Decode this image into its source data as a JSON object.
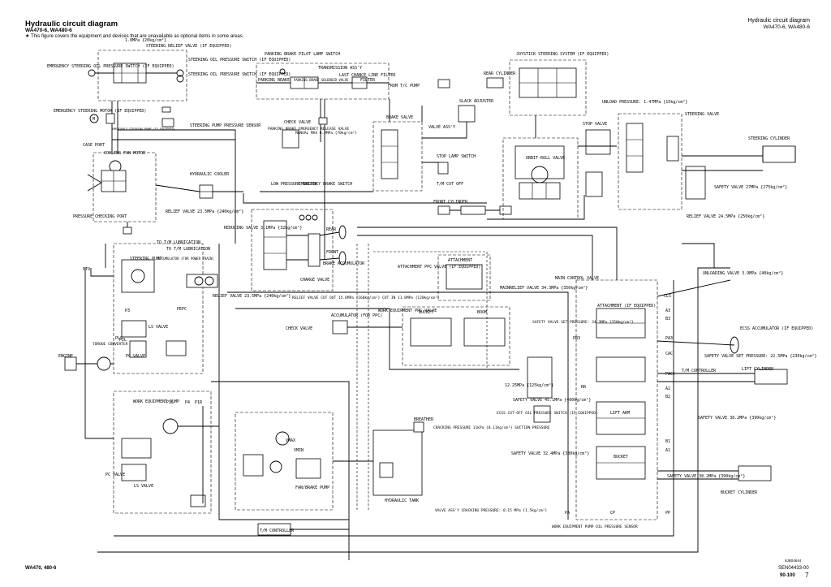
{
  "header": {
    "title": "Hydraulic circuit diagram",
    "models": "WA470-6, WA480-6",
    "note": "★  This figure covers the equipment and devices that are unavailable as optional items in some areas."
  },
  "header_right": {
    "title": "Hydraulic circuit diagram",
    "models": "WA470-6, WA480-6"
  },
  "footer": {
    "left": "WA470, 480-6",
    "code": "9JB04844",
    "doc": "SEN04433-00",
    "page": "90-100",
    "page_num": "7"
  },
  "labels": {
    "steering_relief_valve": "STEERING RELIEF VALVE (IF EQUIPPED)",
    "relief_pressure": "1.8MPa {20kg/cm²}",
    "emergency_steering_oil_pressure_switch": "EMERGENCY STEERING OIL PRESSURE SWITCH (IF EQUIPPED)",
    "steering_oil_pressure_switch_1": "STEERING OIL PRESSURE SWITCH (IF EQUIPPED)",
    "steering_oil_pressure_switch_2": "STEERING OIL PRESSURE SWITCH (IF EQUIPPED)",
    "emergency_steering_motor": "EMERGENCY STEERING MOTOR (IF EQUIPPED)",
    "emergency_steering_pump": "EMERGENCY STEERING PUMP (IF EQUIPPED)",
    "steering_pump_pressure_sensor": "STEERING PUMP PRESSURE SENSOR",
    "case_port": "CASE PORT",
    "cooling_fan_motor": "COOLING FAN MOTOR",
    "hydraulic_cooler": "HYDRAULIC COOLER",
    "relief_valve_23": "RELIEF VALVE 23.5MPa {240kg/cm²}",
    "pressure_checking_port": "PRESSURE CHECKING PORT",
    "parking_brake_pilot_lamp_switch": "PARKING BRAKE PILOT LAMP SWITCH",
    "parking_brake": "PARKING BRAKE",
    "parking_brake_solenoid_valve": "PARKING BRAKE SOLENOID VALVE",
    "transmission_assy": "TRANSMISSION ASS'Y",
    "last_chance_line_filter": "LAST CHANCE LINE FILTER",
    "filter": "FILTER",
    "from_tc_pump": "FROM T/C PUMP",
    "check_valve": "CHECK VALVE",
    "parking_brake_emergency_release_valve": "PARKING BRAKE EMERGENCY RELEASE VALVE",
    "manual_max": "MANUAL MAX 6.9MPa {70kg/cm²}",
    "low_pressure_switch": "LOW PRESSURE SWITCH",
    "emergency_brake_switch": "EMERGENCY BRAKE SWITCH",
    "reducing_valve": "REDUCING VALVE 3.1MPa {32kg/cm²}",
    "brake_accumulator": "BRAKE ACCUMULATOR",
    "charge_valve": "CHARGE VALVE",
    "relief_valve_r": "RELIEF VALVE 23.5MPa {240kg/cm²}",
    "relief_valve_cut": "RELIEF VALVE CUT OUT 15.6MPa {160kg/cm²} CUT IN 11.8MPa {120kg/cm²}",
    "rear": "REAR",
    "front": "FRONT",
    "brake_valve": "BRAKE VALVE",
    "valve_assy": "VALVE ASS'Y",
    "stop_lamp_switch": "STOP LAMP SWITCH",
    "tm_cut_off": "T/M CUT OFF",
    "front_cylinder": "FRONT CYLINDER",
    "slack_adjuster": "SLACK ADJUSTER",
    "rear_cylinder": "REAR CYLINDER",
    "joystick_steering_system": "JOYSTICK STEERING SYSTEM (IF EQUIPPED)",
    "orbit_roll_valve": "ORBIT-ROLL VALVE",
    "stop_valve": "STOP VALVE",
    "unload_pressure": "UNLOAD PRESSURE: 1.47MPa {15kg/cm²}",
    "steering_valve": "STEERING VALVE",
    "steering_cylinder": "STEERING CYLINDER",
    "safety_valve_27": "SAFETY VALVE 27MPa {275kg/cm²}",
    "relief_valve_24": "RELIEF VALVE 24.5MPa {250kg/cm²}",
    "to_tm_lubrication_1": "TO T/M LUBRICATION",
    "to_tm_lubrication_2": "TO T/M LUBRICATION",
    "accumulator_power_train": "ACCUMULATOR (FOR POWER TRAIN)",
    "steering_pump": "STEERING PUMP",
    "pto": "PTO",
    "ls_valve": "LS VALVE",
    "pc_valve": "PC VALVE",
    "engine": "ENGINE",
    "torque_converter": "TORQUE CONVERTER",
    "attachment_ppc_valve": "ATTACHMENT PPC VALVE (IF EQUIPPED)",
    "attachment": "ATTACHMENT",
    "work_equipment_ppc_valve": "WORK EQUIPMENT PPC VALVE",
    "bucket": "BUCKET",
    "boom": "BOOM",
    "accumulator_ppc": "ACCUMULATOR (FOR PPC)",
    "check_valve_ppc": "CHECK VALVE",
    "main_relief_valve": "MAINRELIEF VALVE 34.3MPa {350kg/cm²}",
    "main_control_valve": "MAIN CONTROL VALVE",
    "attachment_if_equipped": "ATTACHMENT (IF EQUIPPED)",
    "safety_valve_set_pressure_1": "SAFETY VALVE SET PRESSURE: 34.3MPa {350kg/cm²}",
    "unloading_valve": "UNLOADING VALVE 3.9MPa {40kg/cm²}",
    "ecss_accumulator": "ECSS ACCUMULATOR (IF EQUIPPED)",
    "safety_valve_set_pressure_2": "SAFETY VALVE SET PRESSURE: 22.5MPa {230kg/cm²}",
    "tm_controller_1": "T/M CONTROLLER",
    "lift_cylinder": "LIFT CYLINDER",
    "ecss_pressure": "12.25MPa {125kg/cm²}",
    "safety_valve_45": "SAFETY VALVE 45.1MPa {460kg/cm²}",
    "ecss_cut_off_oil_pressure_switch": "ECSS CUT-OFF OIL PRESSURE SWITCH (IF EQUIPPED)",
    "lift_arm": "LIFT ARM",
    "safety_valve_38_a": "SAFETY VALVE 38.2MPa {390kg/cm²}",
    "safety_valve_32": "SAFETY VALVE 32.4MPa {330kg/cm²}",
    "bucket_mcv": "BUCKET",
    "safety_valve_38_b": "SAFETY VALVE 38.2MPa {390kg/cm²}",
    "bucket_cylinder": "BUCKET CYLINDER",
    "work_equipment_pump": "WORK EQUIPMENT PUMP",
    "pc_valve_2": "PC VALVE",
    "ls_valve_2": "LS VALVE",
    "breather": "BREATHER",
    "cracking_pressure": "CRACKING PRESSURE 11kPa {0.11kg/cm²} SUCTION PRESSURE",
    "fan_brake_pump": "FAN/BRAKE PUMP",
    "hydraulic_tank": "HYDRAULIC TANK",
    "valve_assy_tank": "VALVE ASS'Y CRACKING PRESSURE: 0.15 MPa {1.5kg/cm²}",
    "tm_controller_2": "T/M CONTROLLER",
    "we_pump_oil_pressure_sensor": "WORK EQUIPMENT PUMP OIL PRESSURE SENSOR",
    "vmax": "VMAX",
    "vmin": "VMIN"
  },
  "ports": {
    "p1l": "P1L",
    "p1r": "P1R",
    "p2l": "P2L",
    "p3": "P3",
    "p4": "P4",
    "pls": "PLS",
    "pepc": "PEPC",
    "cls": "CLS",
    "pp": "PP",
    "pa": "PA",
    "cp": "CP",
    "b1": "B1",
    "a1": "A1",
    "b2": "B2",
    "a2": "A2",
    "a3": "A3",
    "b3": "B3",
    "pa3": "PA3",
    "pb3": "PB3",
    "cac": "CAC",
    "pacc": "PACC",
    "rr": "RR"
  }
}
